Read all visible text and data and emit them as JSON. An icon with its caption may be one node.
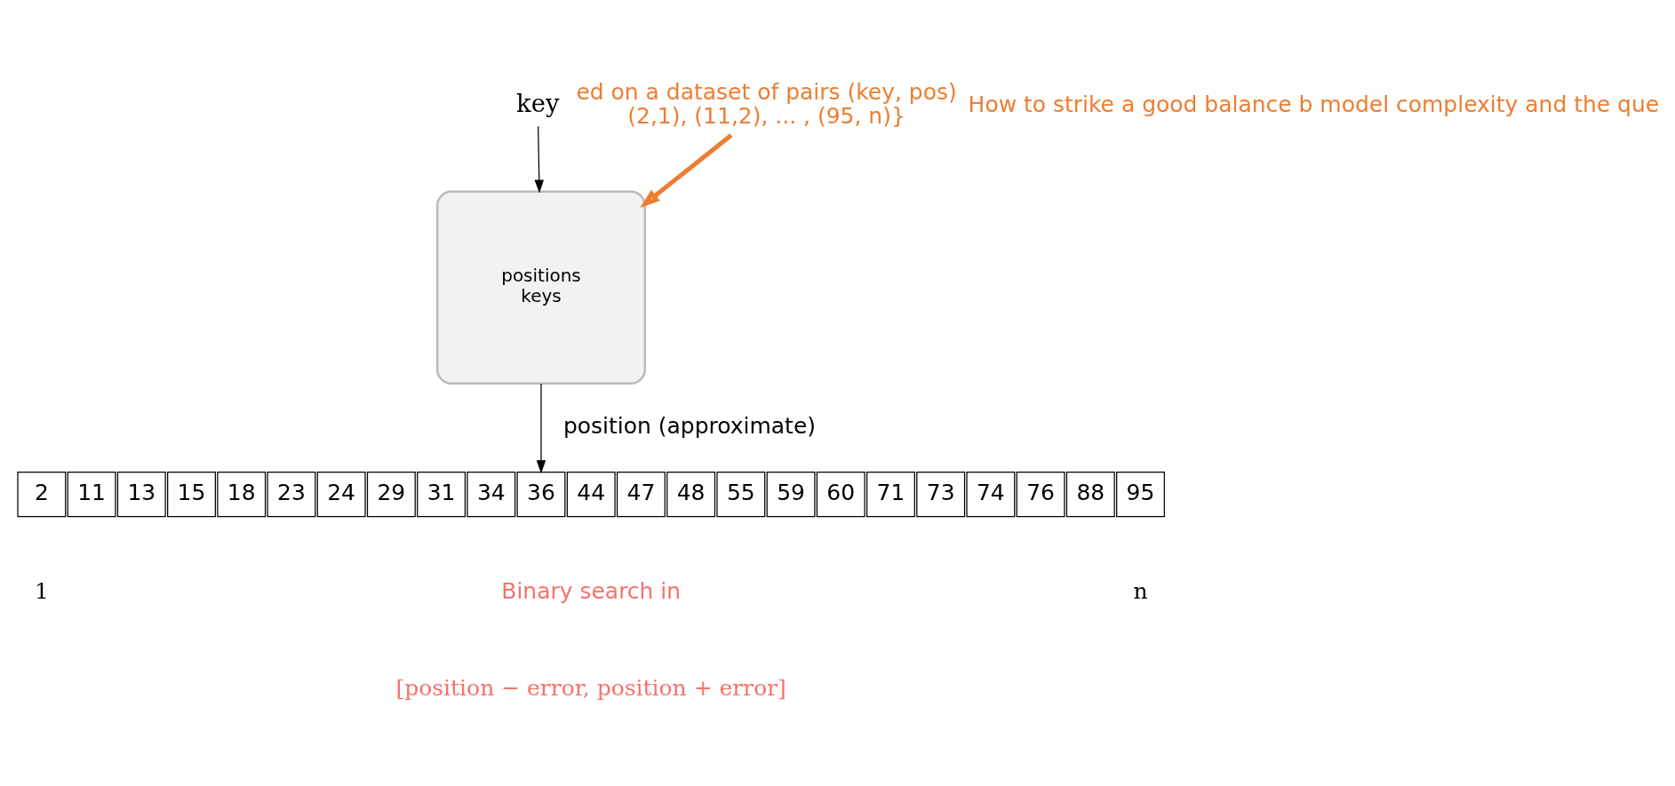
{
  "diagram": {
    "nodes": [
      {
        "text": [
          "key"
        ]
      },
      {
        "text": [
          "ed on a dataset of pairs (key, pos)",
          "(2,1), (11,2), ... , (95, n)}"
        ]
      },
      {
        "text": [
          "positions",
          "keys"
        ]
      },
      {
        "text": [
          "2"
        ]
      },
      {
        "text": [
          "11"
        ]
      },
      {
        "text": [
          "13"
        ]
      },
      {
        "text": [
          "15"
        ]
      },
      {
        "text": [
          "18"
        ]
      },
      {
        "text": [
          "23"
        ]
      },
      {
        "text": [
          "24"
        ]
      },
      {
        "text": [
          "29"
        ]
      },
      {
        "text": [
          "31"
        ]
      },
      {
        "text": [
          "34"
        ]
      },
      {
        "text": [
          "36"
        ]
      },
      {
        "text": [
          "44"
        ]
      },
      {
        "text": [
          "47"
        ]
      },
      {
        "text": [
          "48"
        ]
      },
      {
        "text": [
          "55"
        ]
      },
      {
        "text": [
          "59"
        ]
      },
      {
        "text": [
          "60"
        ]
      },
      {
        "text": [
          "71"
        ]
      },
      {
        "text": [
          "73"
        ]
      },
      {
        "text": [
          "74"
        ]
      },
      {
        "text": [
          "76"
        ]
      },
      {
        "text": [
          "88"
        ]
      },
      {
        "text": [
          "95"
        ]
      }
    ],
    "edges": [
      {
        "from": 0,
        "to": 2,
        "arrow": "to"
      },
      {
        "from": 1,
        "to": 2,
        "arrow": "to",
        "style": "thick",
        "color": "#ed7d31"
      },
      {
        "from": 2,
        "to": 13,
        "arrow": "to",
        "label": "position (approximate)"
      }
    ],
    "labels": [
      "How to strike a good balance b model complexity and the que",
      "1",
      "n",
      "Binary search in",
      "[position − error, position + error]"
    ]
  }
}
